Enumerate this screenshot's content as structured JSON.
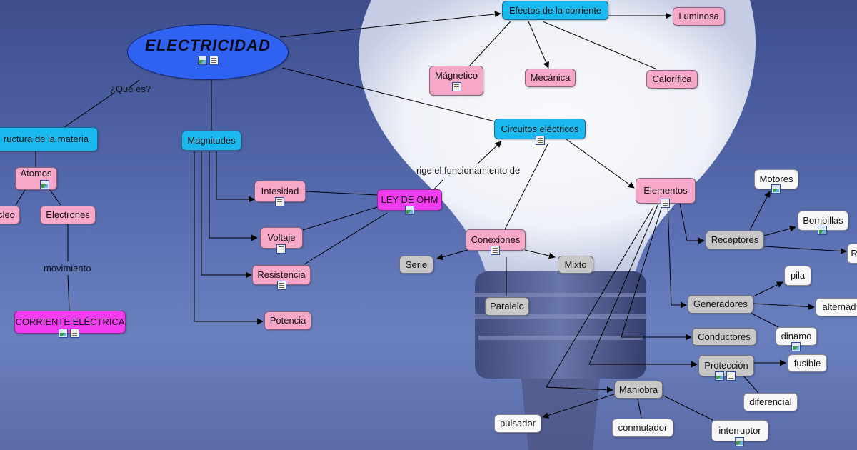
{
  "colors": {
    "concept_pink": "#f7a8c9",
    "concept_cyan": "#19b9ef",
    "concept_magenta": "#f23cf0",
    "concept_gray": "#c7c7c7",
    "concept_white": "#f7f7f7",
    "main_blue": "#2f62f0",
    "line": "#000000"
  },
  "nodes": {
    "electricidad": "ELECTRICIDAD",
    "efectos": "Efectos de la corriente",
    "luminosa": "Luminosa",
    "magnetico": "Mágnetico",
    "mecanica": "Mecánica",
    "calorifica": "Calorífica",
    "estructura": "ructura de la materia",
    "atomos": "Átomos",
    "nucleo": "cleo",
    "electrones": "Electrones",
    "corriente": "CORRIENTE ELÉCTRICA",
    "magnitudes": "Magnitudes",
    "intesidad": "Intesidad",
    "voltaje": "Voltaje",
    "resistencia": "Resistencia",
    "potencia": "Potencia",
    "ley_ohm": "LEY DE OHM",
    "circuitos": "Circuitos eléctricos",
    "conexiones": "Conexiones",
    "serie": "Serie",
    "mixto": "Mixto",
    "paralelo": "Paralelo",
    "elementos": "Elementos",
    "receptores": "Receptores",
    "motores": "Motores",
    "bombillas": "Bombillas",
    "r_cut": "R",
    "generadores": "Generadores",
    "pila": "pila",
    "alternador": "alternad",
    "dinamo": "dinamo",
    "conductores": "Conductores",
    "proteccion": "Protección",
    "fusible": "fusible",
    "diferencial": "diferencial",
    "maniobra": "Maniobra",
    "pulsador": "pulsador",
    "conmutador": "conmutador",
    "interruptor": "interruptor"
  },
  "link_labels": {
    "que_es": "¿Qué es?",
    "movimiento": "movimiento",
    "rige": "rige el funcionamiento de"
  },
  "icons": {
    "image": "image-icon",
    "document": "document-icon"
  }
}
